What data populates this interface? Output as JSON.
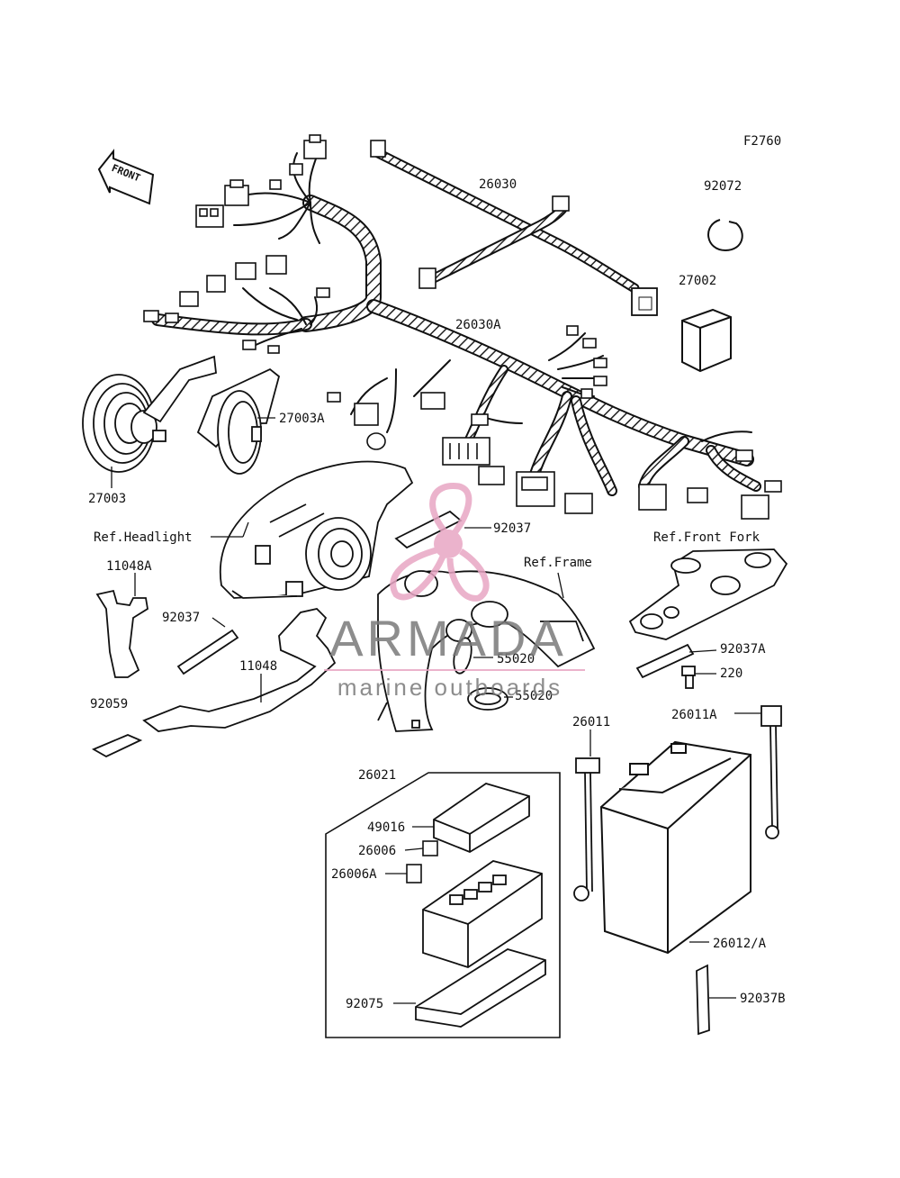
{
  "diagram_code": "F2760",
  "front_arrow": "FRONT",
  "labels": {
    "harness_main": "26030",
    "harness_a": "26030A",
    "band_92072": "92072",
    "relay_27002": "27002",
    "horn_27003": "27003",
    "horn_27003a": "27003A",
    "ref_headlight": "Ref.Headlight",
    "band_92037_top": "92037",
    "ref_front_fork": "Ref.Front Fork",
    "ref_frame": "Ref.Frame",
    "bracket_11048a": "11048A",
    "band_92037_left": "92037",
    "bracket_11048": "11048",
    "pad_92059": "92059",
    "grommet_55020_a": "55020",
    "grommet_55020_b": "55020",
    "band_92037a": "92037A",
    "bolt_220": "220",
    "cable_26011": "26011",
    "cable_26011a": "26011A",
    "junction_26021": "26021",
    "cover_49016": "49016",
    "fuse_26006": "26006",
    "fuse_26006a": "26006A",
    "case_92075": "92075",
    "battery_26012": "26012/A",
    "band_92037b": "92037B"
  },
  "watermark": {
    "brand": "ARMADA",
    "tagline": "marine outboards",
    "color": "#e8a6c4"
  }
}
